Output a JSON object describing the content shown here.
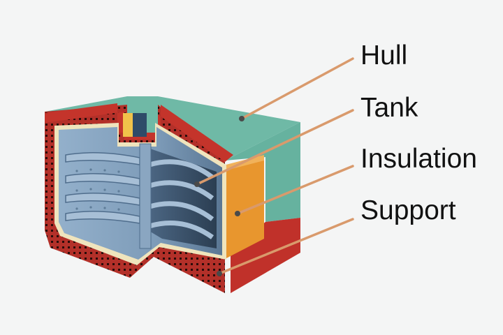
{
  "labels": {
    "hull": "Hull",
    "tank": "Tank",
    "insulation": "Insulation",
    "support": "Support"
  },
  "colors": {
    "background": "#f4f5f5",
    "hull_outer_teal": "#6fb9a6",
    "hull_red": "#c0312a",
    "hull_dark_red": "#8d2019",
    "insulation_orange": "#e8962e",
    "insulation_strip_cream": "#efe4bd",
    "tank_blue": "#7f9cb9",
    "tank_blue_dark": "#4f6d8c",
    "tank_blue_light": "#a9c0d6",
    "leader_line": "#d99a6c",
    "marker_dark": "#4a4a4a"
  }
}
